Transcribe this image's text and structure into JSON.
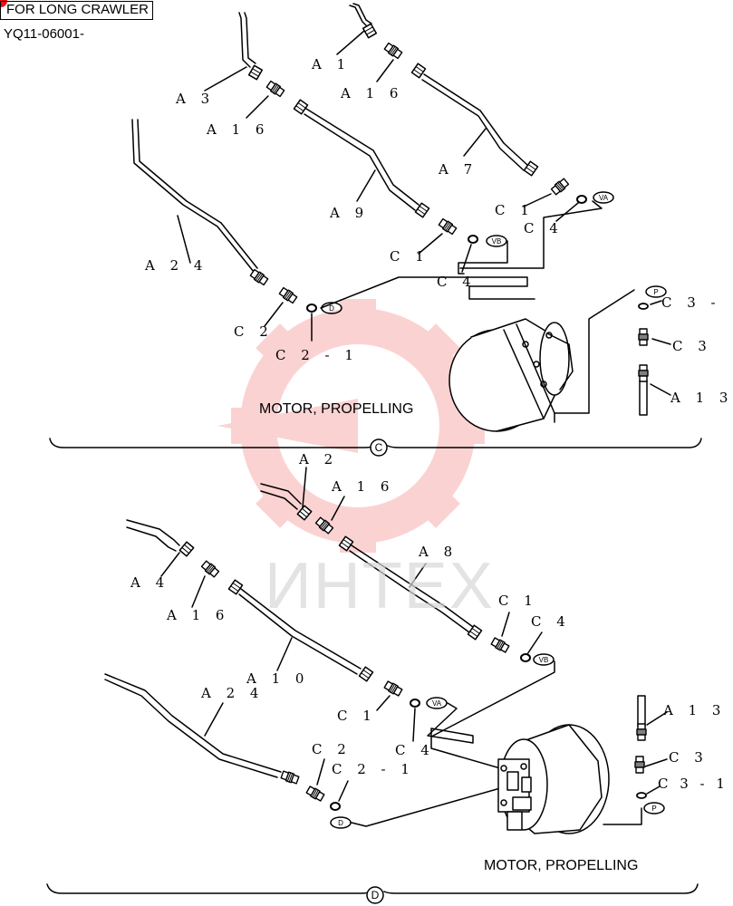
{
  "header": {
    "variant": "FOR LONG CRAWLER",
    "serial": "YQ11-06001-"
  },
  "watermark": {
    "text": "ИНТЕХ",
    "color": "#f05050"
  },
  "section_c": {
    "title": "MOTOR, PROPELLING",
    "marker": "C",
    "labels": {
      "a1": "A 1",
      "a3": "A 3",
      "a16_top": "A 1 6",
      "a16_left": "A 1 6",
      "a7": "A 7",
      "a9": "A 9",
      "a24": "A 2 4",
      "c1_right": "C 1",
      "c4_right": "C 4",
      "c1_left": "C 1",
      "c4_left": "C 4",
      "c2": "C 2",
      "c2_1": "C 2 - 1",
      "c3_1": "C 3 -",
      "c3": "C 3",
      "a13": "A 1 3"
    },
    "ports": {
      "va": "VA",
      "vb": "VB",
      "d": "D",
      "p": "P"
    }
  },
  "section_d": {
    "title": "MOTOR, PROPELLING",
    "marker": "D",
    "labels": {
      "a2": "A 2",
      "a16_top": "A 1 6",
      "a8": "A 8",
      "a4": "A 4",
      "a16_left": "A 1 6",
      "a10": "A 1 0",
      "a24": "A 2 4",
      "c1_right": "C 1",
      "c4_right": "C 4",
      "c1_left": "C 1",
      "c4_left": "C 4",
      "c2": "C 2",
      "c2_1": "C 2 - 1",
      "a13": "A 1 3",
      "c3": "C 3",
      "c3_1": "C 3 - 1"
    },
    "ports": {
      "vb": "VB",
      "va": "VA",
      "d": "D",
      "p": "P"
    }
  }
}
